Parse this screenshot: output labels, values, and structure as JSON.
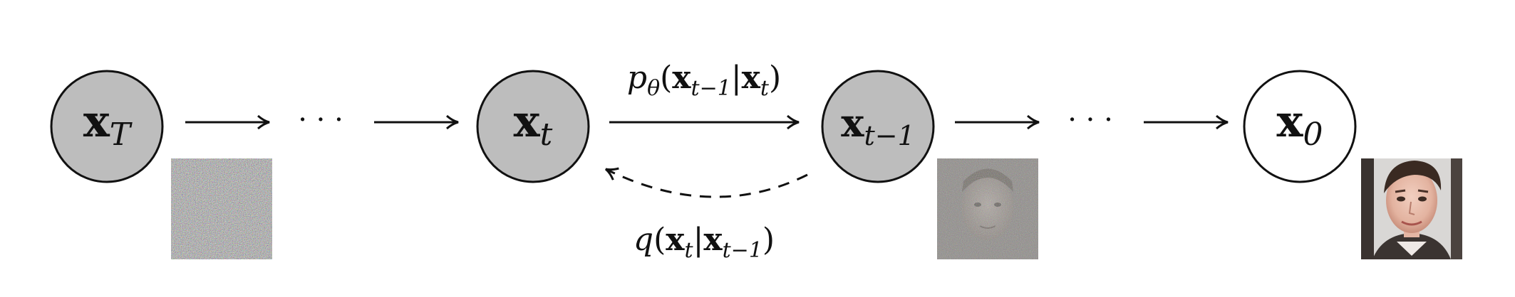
{
  "diagram": {
    "colors": {
      "latent_fill": "#bdbdbd",
      "observed_fill": "#ffffff",
      "stroke": "#111111"
    },
    "nodes": [
      {
        "id": "x_T",
        "base": "x",
        "sub": "T",
        "style": "latent"
      },
      {
        "id": "x_t",
        "base": "x",
        "sub": "t",
        "style": "latent"
      },
      {
        "id": "x_t_minus_1",
        "base": "x",
        "sub": "t−1",
        "style": "latent"
      },
      {
        "id": "x_0",
        "base": "x",
        "sub": "0",
        "style": "observed"
      }
    ],
    "ellipsis": "· · ·",
    "reverse_label": {
      "func": "p",
      "param": "θ",
      "open": "(",
      "x1": "x",
      "x1_sub": "t−1",
      "bar": "|",
      "x2": "x",
      "x2_sub": "t",
      "close": ")"
    },
    "forward_label": {
      "func": "q",
      "open": "(",
      "x1": "x",
      "x1_sub": "t",
      "bar": "|",
      "x2": "x",
      "x2_sub": "t−1",
      "close": ")"
    },
    "thumbnails": [
      {
        "id": "noise-full",
        "kind": "pure-noise",
        "noise_level": 1.0
      },
      {
        "id": "noise-partial",
        "kind": "noisy-face",
        "noise_level": 0.6
      },
      {
        "id": "clean-face",
        "kind": "clean-face",
        "noise_level": 0.0
      }
    ]
  }
}
